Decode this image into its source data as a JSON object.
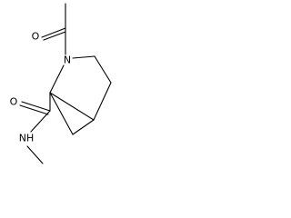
{
  "molecule": {
    "atoms": {
      "carbonyl_oxygen": "O",
      "ring_nitrogen": "N",
      "amide_nh": "NH"
    }
  },
  "colors": {
    "bond": "#000000",
    "label": "#000000",
    "background": "#ffffff"
  }
}
